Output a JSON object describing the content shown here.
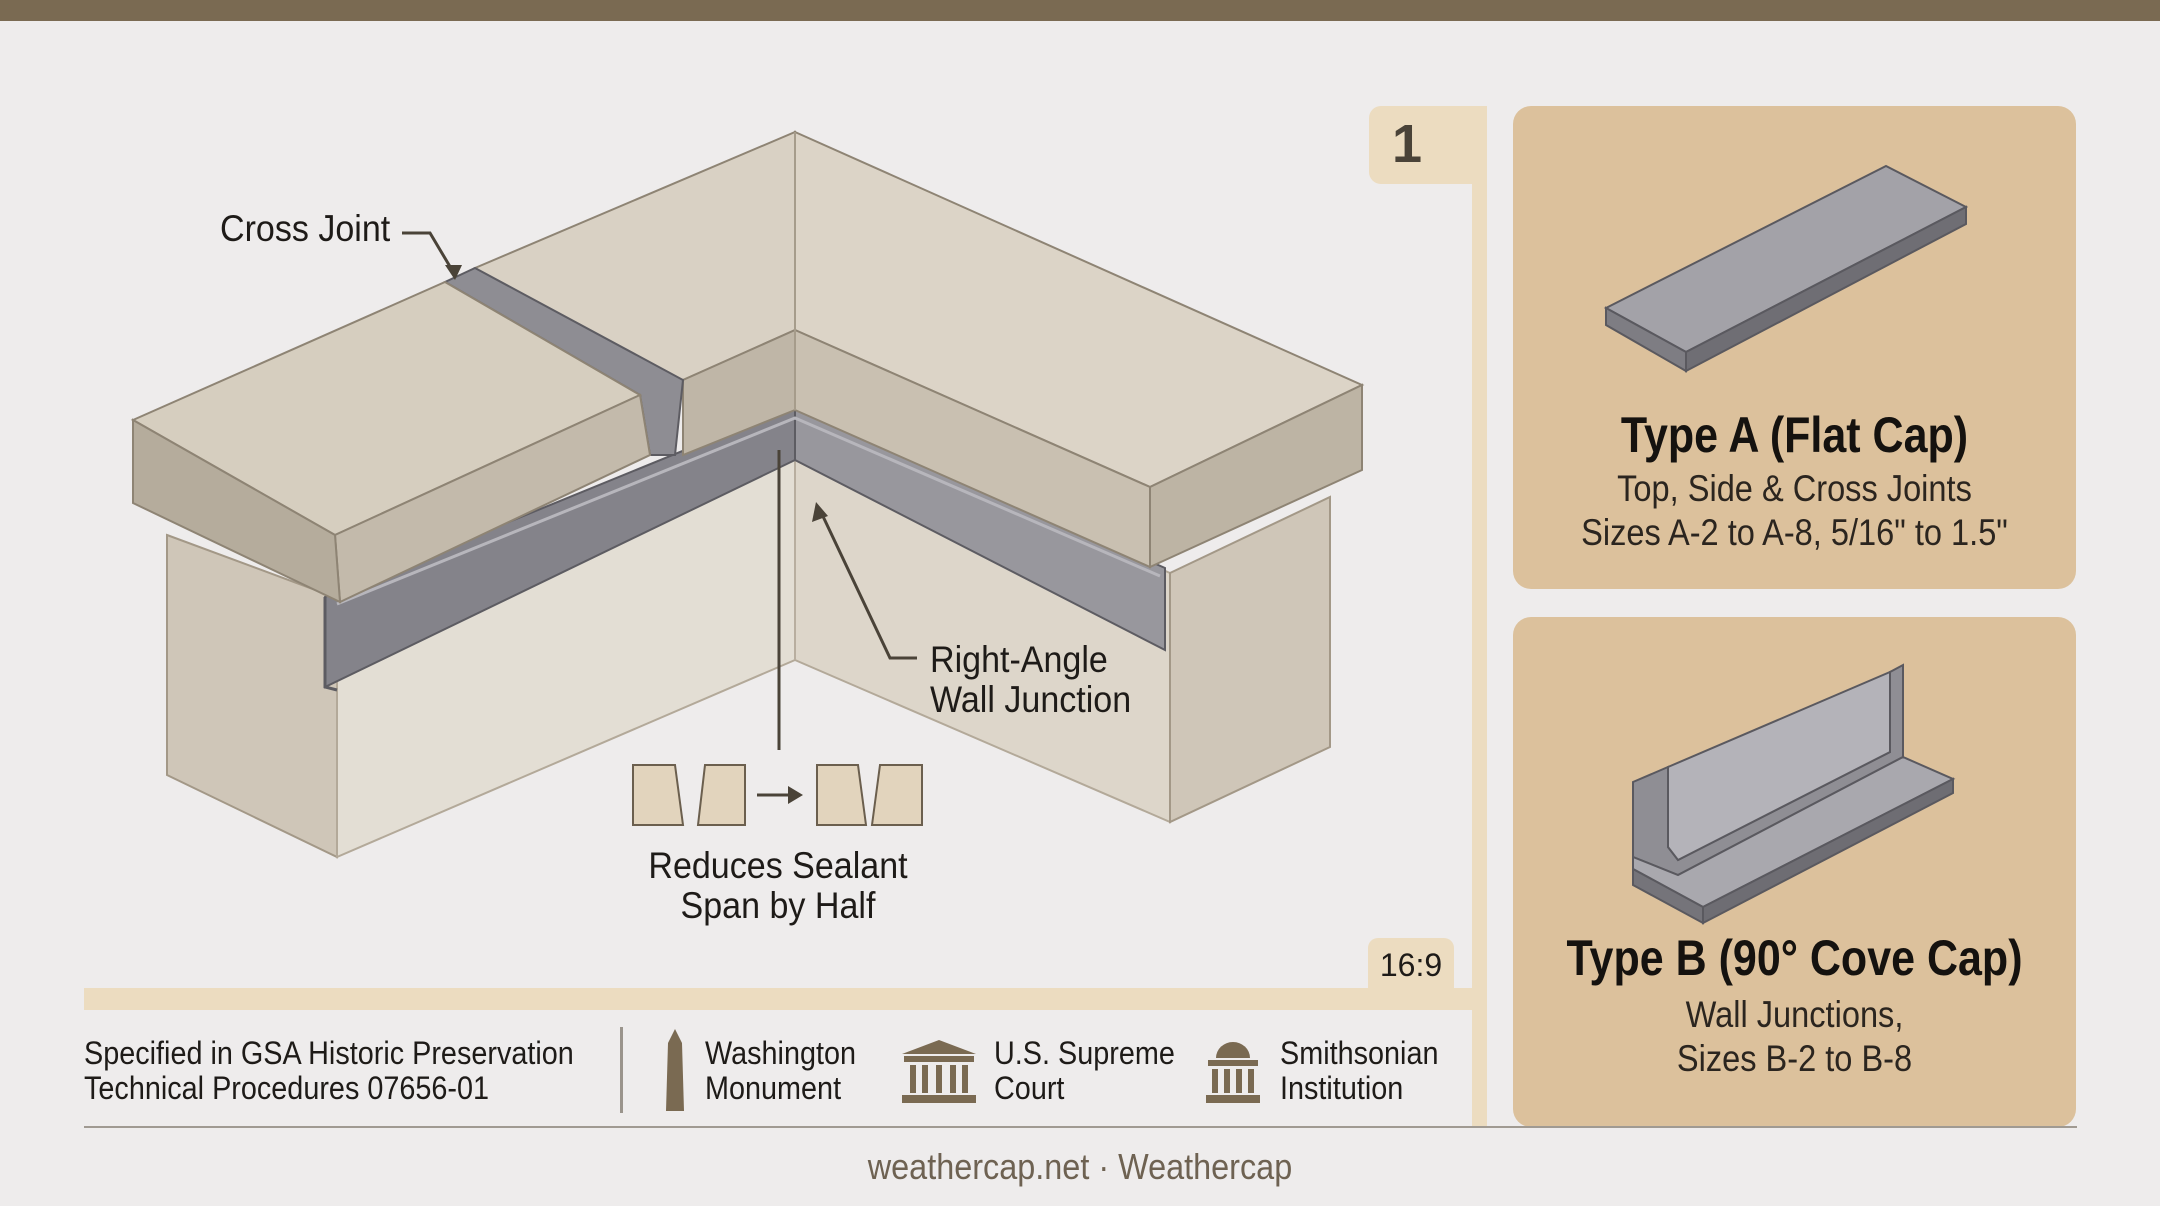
{
  "step": {
    "number": "1",
    "aspect_ratio": "16:9"
  },
  "callouts": {
    "cross_joint": "Cross Joint",
    "right_angle": [
      "Right-Angle",
      "Wall Junction"
    ],
    "reduces_sealant": [
      "Reduces Sealant",
      "Span by Half"
    ]
  },
  "products": [
    {
      "title": "Type A (Flat Cap)",
      "lines": [
        "Top, Side & Cross Joints",
        "Sizes A-2 to A-8, 5/16\" to 1.5\""
      ],
      "icon": "flat-cap-profile-icon"
    },
    {
      "title": "Type B (90° Cove Cap)",
      "lines": [
        "Wall Junctions,",
        "Sizes B-2 to B-8"
      ],
      "icon": "cove-cap-profile-icon"
    }
  ],
  "footer": {
    "spec": [
      "Specified in GSA Historic Preservation",
      "Technical Procedures 07656-01"
    ],
    "landmarks": [
      {
        "name": [
          "Washington",
          "Monument"
        ],
        "icon": "obelisk-icon"
      },
      {
        "name": [
          "U.S. Supreme",
          "Court"
        ],
        "icon": "courthouse-icon"
      },
      {
        "name": [
          "Smithsonian",
          "Institution"
        ],
        "icon": "institution-dome-icon"
      }
    ],
    "credit": "weathercap.net · Weathercap"
  },
  "colors": {
    "background": "#eeecec",
    "accent_tan": "#dcc19c",
    "rail_tan": "#ecdcc0",
    "stone": "#d4cbbd",
    "metal": "#8e8d93",
    "top_bar": "#7a6a52"
  }
}
